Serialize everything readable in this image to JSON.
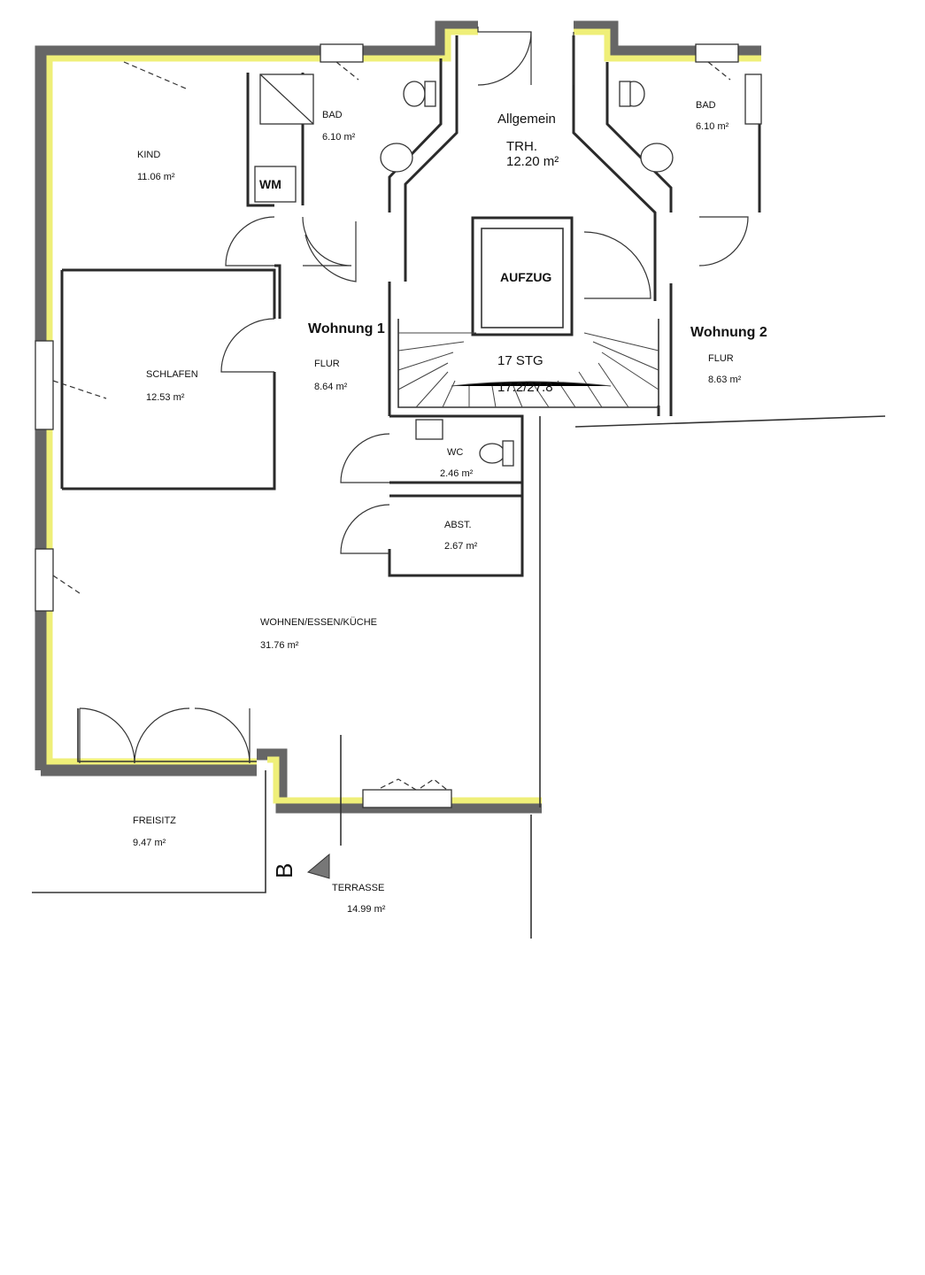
{
  "colors": {
    "wall": "#2a2a2a",
    "exterior_wall": "#666666",
    "insulation": "#efef78",
    "background": "#ffffff"
  },
  "units": {
    "w1": "Wohnung 1",
    "w2": "Wohnung 2"
  },
  "rooms": {
    "kind": {
      "label": "KIND",
      "area": "11.06 m²"
    },
    "bad1": {
      "label": "BAD",
      "area": "6.10 m²"
    },
    "bad2": {
      "label": "BAD",
      "area": "6.10 m²"
    },
    "allgemein": {
      "label": "Allgemein",
      "sub": "TRH.",
      "area": "12.20 m²"
    },
    "schlafen": {
      "label": "SCHLAFEN",
      "area": "12.53 m²"
    },
    "flur1": {
      "label": "FLUR",
      "area": "8.64 m²"
    },
    "flur2": {
      "label": "FLUR",
      "area": "8.63 m²"
    },
    "wc": {
      "label": "WC",
      "area": "2.46 m²"
    },
    "abst": {
      "label": "ABST.",
      "area": "2.67 m²"
    },
    "wohnen": {
      "label": "WOHNEN/ESSEN/KÜCHE",
      "area": "31.76 m²"
    },
    "freisitz": {
      "label": "FREISITZ",
      "area": "9.47 m²"
    },
    "terrasse": {
      "label": "TERRASSE",
      "area": "14.99 m²"
    }
  },
  "labels": {
    "wm": "WM",
    "aufzug": "AUFZUG",
    "stairs_count": "17 STG",
    "stairs_ratio": "17.2/27.8",
    "section_marker": "B"
  }
}
